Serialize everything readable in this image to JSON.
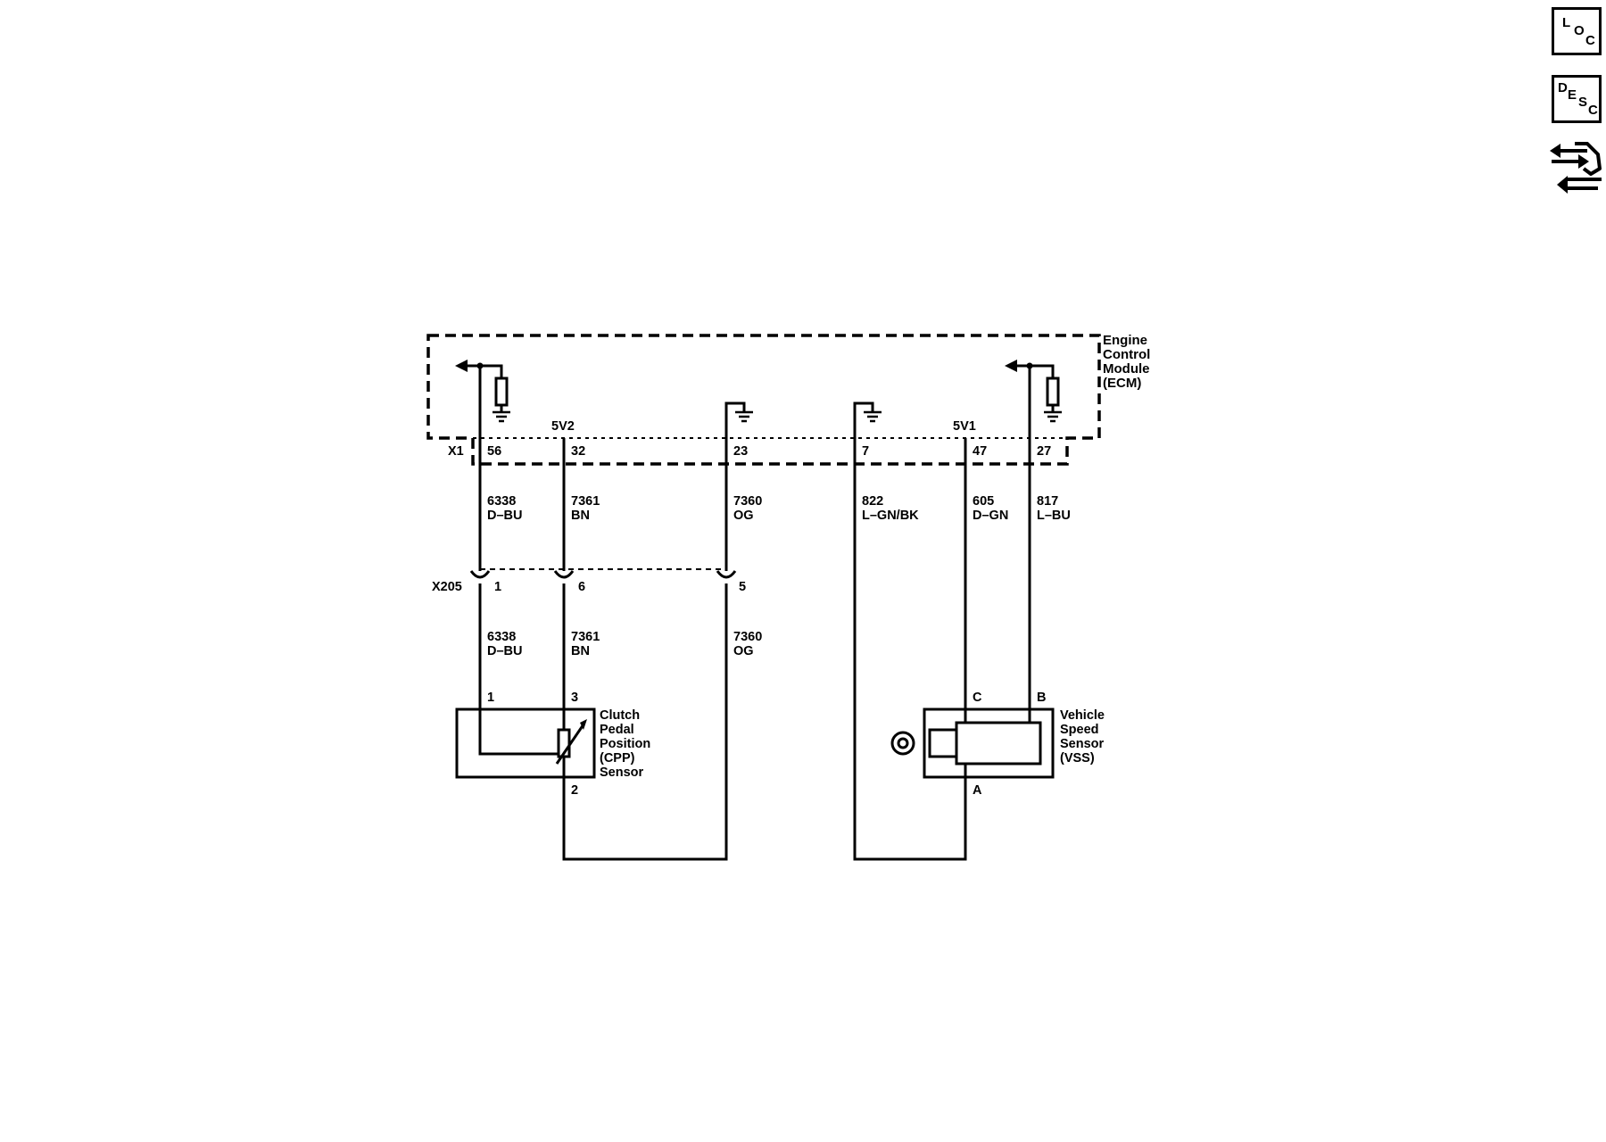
{
  "side_buttons": {
    "loc": {
      "letters": [
        "L",
        "O",
        "C"
      ]
    },
    "desc": {
      "letters": [
        "D",
        "E",
        "S",
        "C"
      ]
    },
    "nav_icon": "navigation-arrows-icon"
  },
  "ecm": {
    "name_lines": [
      "Engine",
      "Control",
      "Module",
      "(ECM)"
    ],
    "connector": "X1",
    "ref_5v2": "5V2",
    "ref_5v1": "5V1",
    "pins": [
      "56",
      "32",
      "23",
      "7",
      "47",
      "27"
    ]
  },
  "wires_upper": [
    {
      "circuit": "6338",
      "color": "D–BU"
    },
    {
      "circuit": "7361",
      "color": "BN"
    },
    {
      "circuit": "7360",
      "color": "OG"
    },
    {
      "circuit": "822",
      "color": "L–GN/BK"
    },
    {
      "circuit": "605",
      "color": "D–GN"
    },
    {
      "circuit": "817",
      "color": "L–BU"
    }
  ],
  "inline_connector": {
    "name": "X205",
    "pins": [
      "1",
      "6",
      "5"
    ]
  },
  "wires_lower": [
    {
      "circuit": "6338",
      "color": "D–BU"
    },
    {
      "circuit": "7361",
      "color": "BN"
    },
    {
      "circuit": "7360",
      "color": "OG"
    }
  ],
  "cpp_sensor": {
    "name_lines": [
      "Clutch",
      "Pedal",
      "Position",
      "(CPP)",
      "Sensor"
    ],
    "pins": {
      "top_left": "1",
      "top_right": "3",
      "bottom": "2"
    }
  },
  "vss_sensor": {
    "name_lines": [
      "Vehicle",
      "Speed",
      "Sensor",
      "(VSS)"
    ],
    "pins": {
      "top_left": "C",
      "top_right": "B",
      "bottom": "A"
    }
  }
}
